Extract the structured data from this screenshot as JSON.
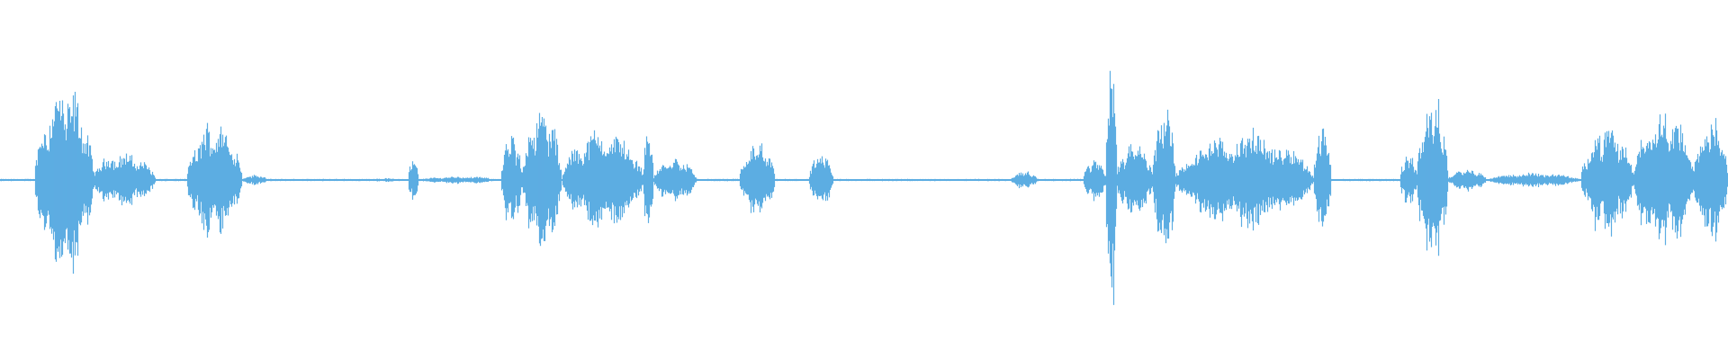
{
  "waveform": {
    "color": "#5DADE2",
    "background": "#ffffff",
    "channels": 1,
    "bursts": [
      {
        "start": 0.02,
        "end": 0.054,
        "peak": 0.52
      },
      {
        "start": 0.052,
        "end": 0.09,
        "peak": 0.15
      },
      {
        "start": 0.108,
        "end": 0.14,
        "peak": 0.32
      },
      {
        "start": 0.14,
        "end": 0.155,
        "peak": 0.03
      },
      {
        "start": 0.21,
        "end": 0.235,
        "peak": 0.01
      },
      {
        "start": 0.236,
        "end": 0.242,
        "peak": 0.12
      },
      {
        "start": 0.242,
        "end": 0.29,
        "peak": 0.02
      },
      {
        "start": 0.29,
        "end": 0.302,
        "peak": 0.25
      },
      {
        "start": 0.302,
        "end": 0.325,
        "peak": 0.4
      },
      {
        "start": 0.325,
        "end": 0.372,
        "peak": 0.28
      },
      {
        "start": 0.372,
        "end": 0.378,
        "peak": 0.32
      },
      {
        "start": 0.378,
        "end": 0.403,
        "peak": 0.12
      },
      {
        "start": 0.428,
        "end": 0.448,
        "peak": 0.2
      },
      {
        "start": 0.468,
        "end": 0.482,
        "peak": 0.14
      },
      {
        "start": 0.585,
        "end": 0.6,
        "peak": 0.05
      },
      {
        "start": 0.627,
        "end": 0.64,
        "peak": 0.12
      },
      {
        "start": 0.64,
        "end": 0.646,
        "peak": 0.75
      },
      {
        "start": 0.646,
        "end": 0.667,
        "peak": 0.22
      },
      {
        "start": 0.667,
        "end": 0.68,
        "peak": 0.45
      },
      {
        "start": 0.68,
        "end": 0.76,
        "peak": 0.26
      },
      {
        "start": 0.76,
        "end": 0.77,
        "peak": 0.32
      },
      {
        "start": 0.81,
        "end": 0.82,
        "peak": 0.15
      },
      {
        "start": 0.82,
        "end": 0.838,
        "peak": 0.48
      },
      {
        "start": 0.838,
        "end": 0.86,
        "peak": 0.06
      },
      {
        "start": 0.86,
        "end": 0.915,
        "peak": 0.04
      },
      {
        "start": 0.915,
        "end": 0.945,
        "peak": 0.3
      },
      {
        "start": 0.945,
        "end": 0.98,
        "peak": 0.4
      },
      {
        "start": 0.98,
        "end": 1.0,
        "peak": 0.35
      }
    ]
  }
}
